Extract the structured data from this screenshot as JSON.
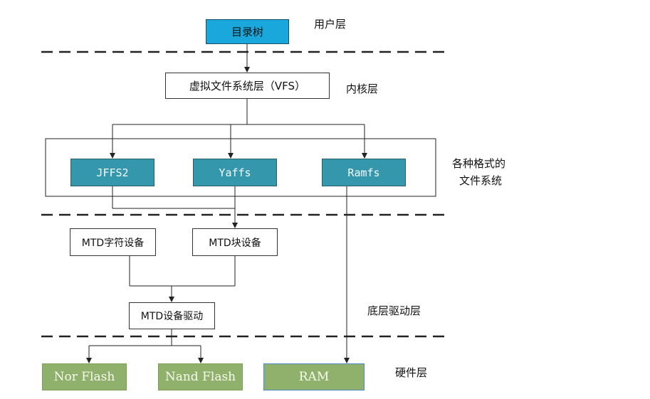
{
  "layers": {
    "user": "用户层",
    "kernel": "内核层",
    "fs_line1": "各种格式的",
    "fs_line2": "文件系统",
    "driver": "底层驱动层",
    "hardware": "硬件层"
  },
  "nodes": {
    "dir_tree": "目录树",
    "vfs": "虚拟文件系统层（VFS）",
    "jffs2": "JFFS2",
    "yaffs": "Yaffs",
    "ramfs": "Ramfs",
    "mtd_char": "MTD字符设备",
    "mtd_block": "MTD块设备",
    "mtd_driver": "MTD设备驱动",
    "nor_flash": "Nor Flash",
    "nand_flash": "Nand Flash",
    "ram": "RAM"
  },
  "colors": {
    "user_box": "#1aa8dc",
    "fs_box": "#3597ac",
    "hardware_box": "#8fb16b",
    "ram_border": "#4b88c8",
    "lines": "#222222"
  }
}
